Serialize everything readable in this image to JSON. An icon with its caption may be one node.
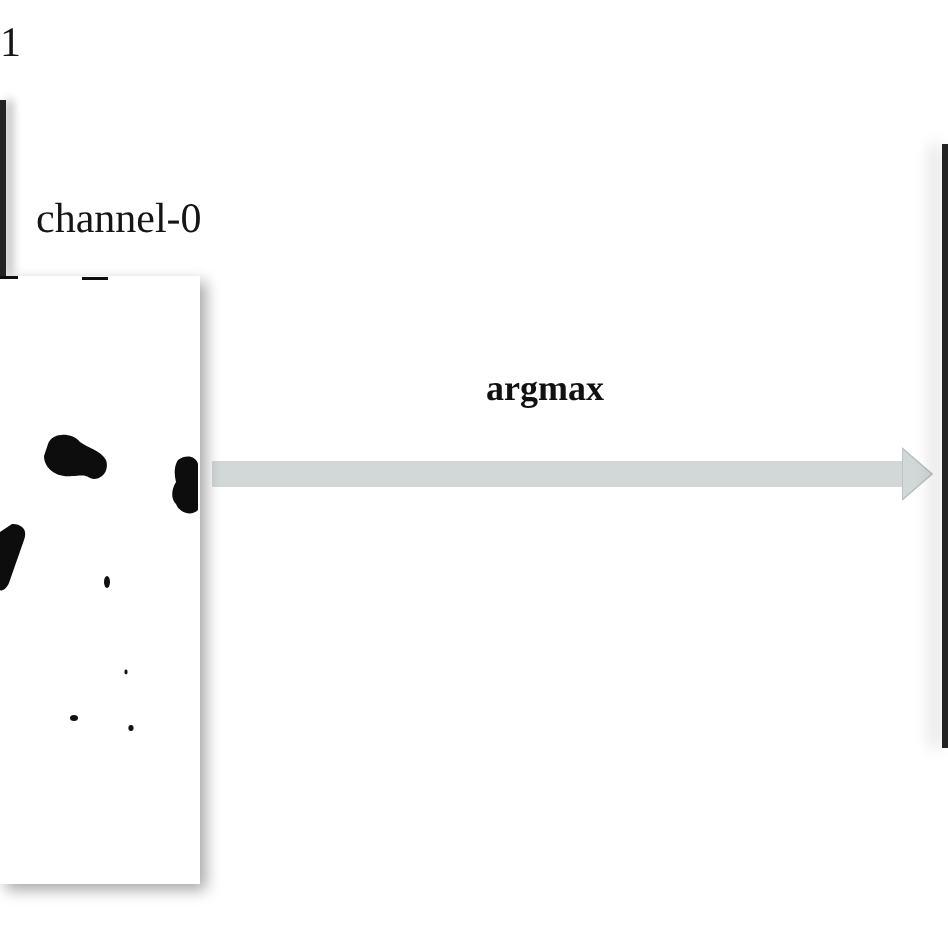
{
  "diagram": {
    "nodes": [
      {
        "text": [
          "1"
        ]
      },
      {
        "text": [
          "channel-0"
        ]
      },
      {
        "text": [],
        "shape": "box"
      }
    ],
    "edges": [
      {
        "from": 1,
        "to": 2,
        "arrow": "to",
        "label": "argmax"
      }
    ]
  }
}
